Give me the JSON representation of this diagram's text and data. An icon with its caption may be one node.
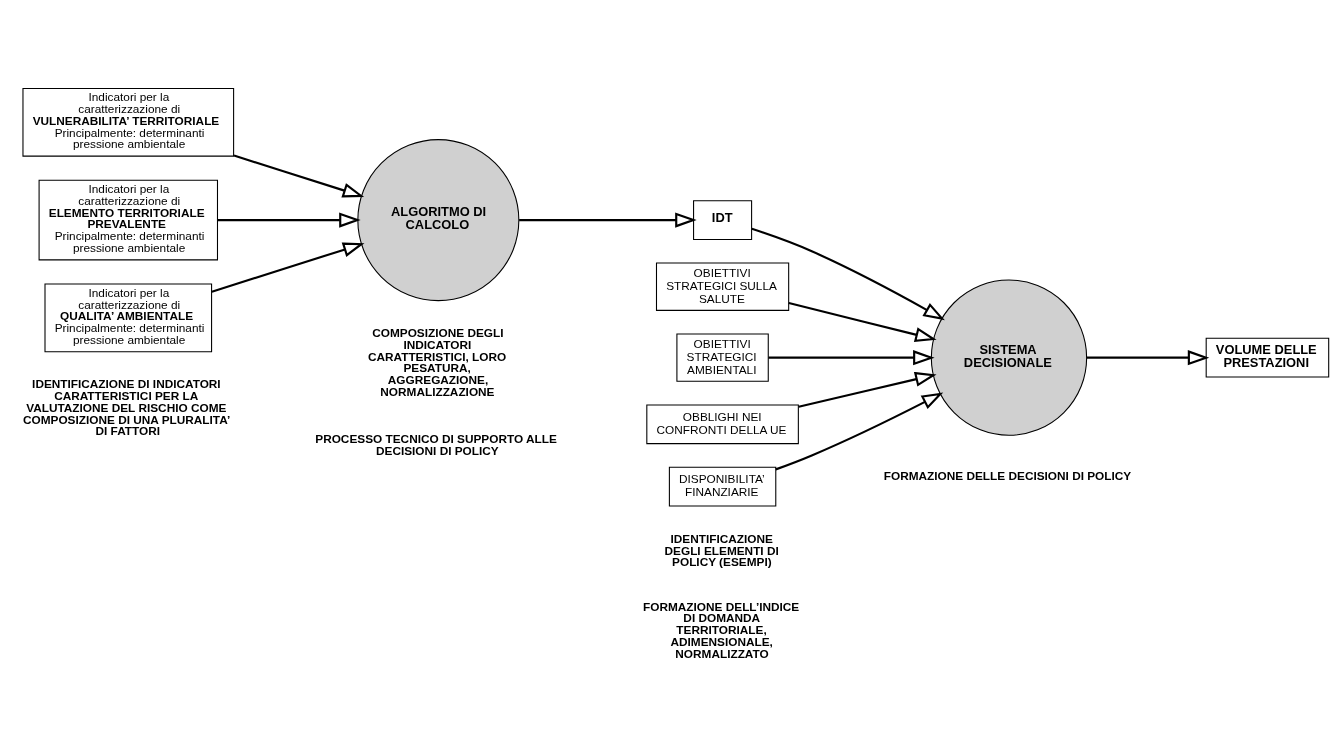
{
  "diagram": {
    "nodes": [
      {
        "text": [
          "Indicatori per la caratterizzazione di",
          "VULNERABILITA’ TERRITORIALE",
          "Principalmente: determinanti pressione ambientale"
        ]
      },
      {
        "text": [
          "Indicatori per la caratterizzazione di",
          "ELEMENTO TERRITORIALE PREVALENTE",
          "Principalmente: determinanti pressione ambientale"
        ]
      },
      {
        "text": [
          "Indicatori per la caratterizzazione di",
          "QUALITA’ AMBIENTALE",
          "Principalmente: determinanti pressione ambientale"
        ]
      },
      {
        "text": [
          "ALGORITMO DI CALCOLO"
        ]
      },
      {
        "text": [
          "IDT"
        ]
      },
      {
        "text": [
          "OBIETTIVI STRATEGICI SULLA SALUTE"
        ]
      },
      {
        "text": [
          "OBIETTIVI STRATEGICI AMBIENTALI"
        ]
      },
      {
        "text": [
          "OBBLIGHI NEI CONFRONTI DELLA UE"
        ]
      },
      {
        "text": [
          "DISPONIBILITA’ FINANZIARIE"
        ]
      },
      {
        "text": [
          "SISTEMA DECISIONALE"
        ]
      },
      {
        "text": [
          "VOLUME DELLE PRESTAZIONI"
        ]
      }
    ],
    "edges": [
      {
        "from": 0,
        "to": 3,
        "arrow": "to"
      },
      {
        "from": 1,
        "to": 3,
        "arrow": "to"
      },
      {
        "from": 2,
        "to": 3,
        "arrow": "to"
      },
      {
        "from": 3,
        "to": 4,
        "arrow": "to"
      },
      {
        "from": 4,
        "to": 9,
        "arrow": "to"
      },
      {
        "from": 5,
        "to": 9,
        "arrow": "to"
      },
      {
        "from": 6,
        "to": 9,
        "arrow": "to"
      },
      {
        "from": 7,
        "to": 9,
        "arrow": "to"
      },
      {
        "from": 8,
        "to": 9,
        "arrow": "to"
      },
      {
        "from": 9,
        "to": 10,
        "arrow": "to"
      }
    ],
    "labels": [
      "PROCESSO TECNICO DI SUPPORTO ALLE DECISIONI DI POLICY",
      "FORMAZIONE DELLE DECISIONI DI POLICY",
      "IDENTIFICAZIONE DI INDICATORI CARATTERISTICI PER LA VALUTAZIONE DEL RISCHIO COME COMPOSIZIONE DI UNA PLURALITA’ DI FATTORI",
      "COMPOSIZIONE DEGLI INDICATORI CARATTERISTICI, LORO PESATURA, AGGREGAZIONE, NORMALIZZAZIONE",
      "FORMAZIONE DELL’INDICE DI DOMANDA TERRITORIALE, ADIMENSIONALE, NORMALIZZATO",
      "IDENTIFICAZIONE DEGLI ELEMENTI DI POLICY (ESEMPI)"
    ]
  }
}
